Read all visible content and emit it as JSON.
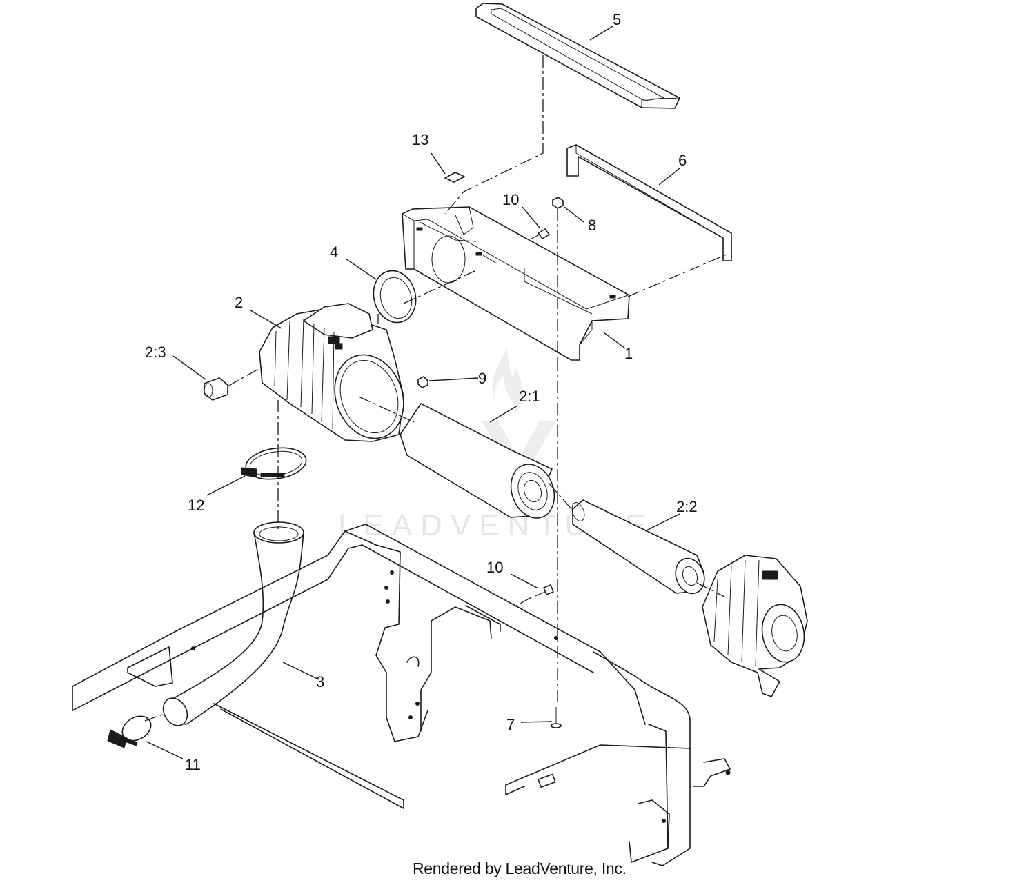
{
  "watermark": {
    "text": "LEADVENTURE"
  },
  "credit": "Rendered by LeadVenture, Inc.",
  "callouts": {
    "c1": "1",
    "c2": "2",
    "c2_1": "2:1",
    "c2_2": "2:2",
    "c2_3": "2:3",
    "c3": "3",
    "c4": "4",
    "c5": "5",
    "c6": "6",
    "c7": "7",
    "c8": "8",
    "c9": "9",
    "c10a": "10",
    "c10b": "10",
    "c11": "11",
    "c12": "12",
    "c13": "13"
  }
}
